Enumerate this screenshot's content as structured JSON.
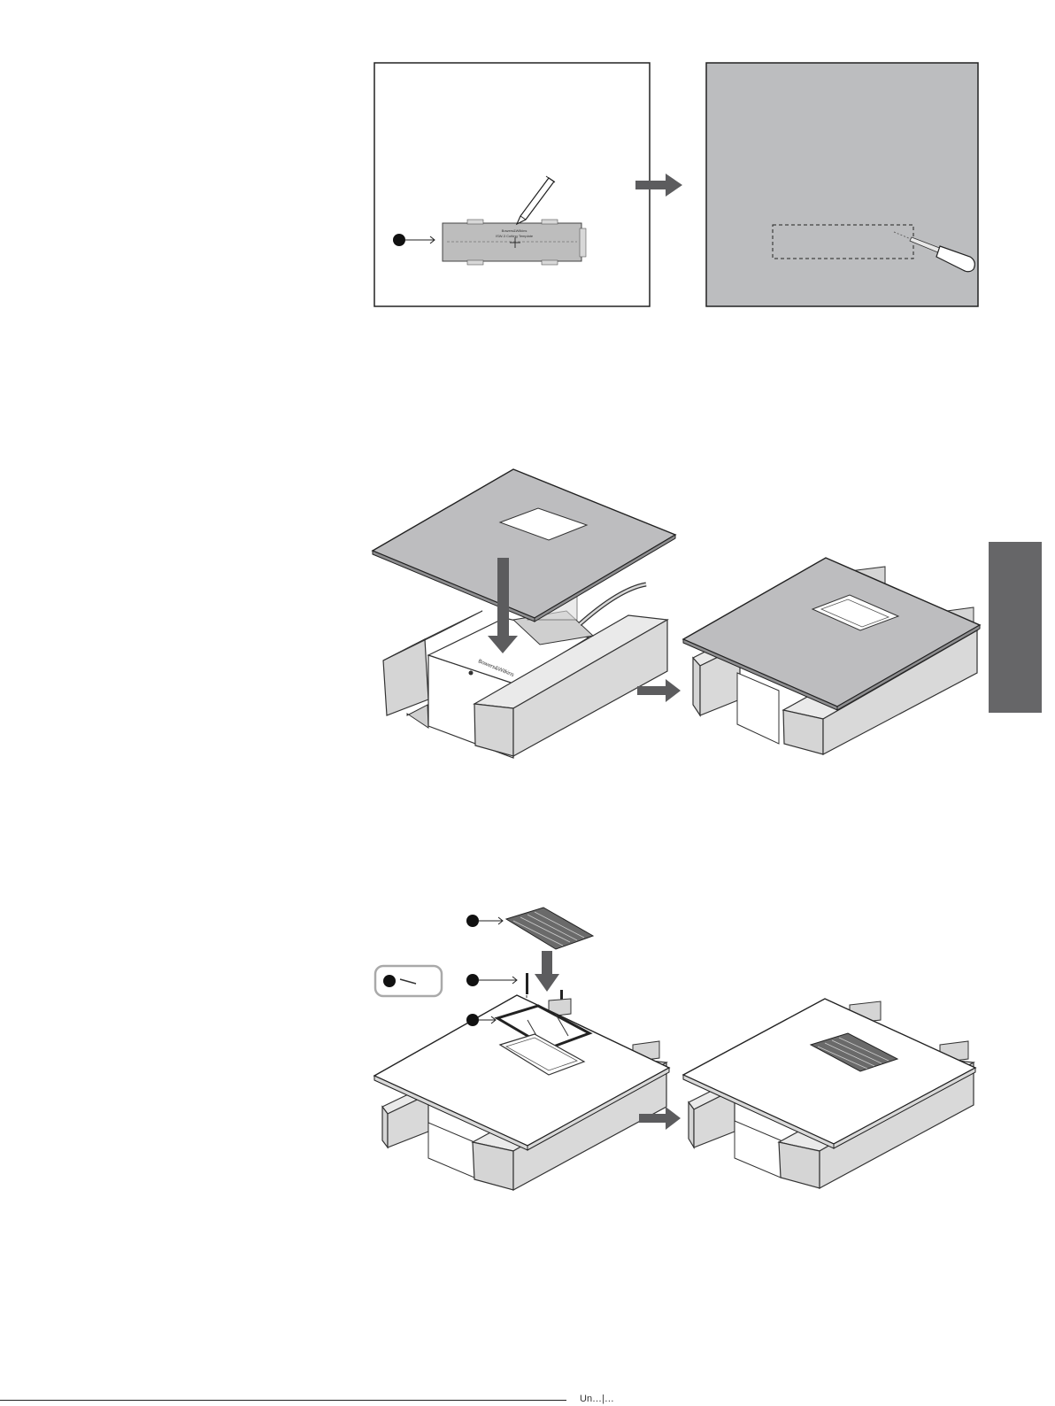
{
  "template": {
    "line1": "Bowers&Wilkins",
    "line2": "ISW-3 Cutting Template"
  },
  "footer": {
    "text": "Un…|…"
  },
  "colors": {
    "panel_gray": "#bcbdbf",
    "side_tab": "#666668",
    "arrow": "#5c5c5e",
    "block_gray": "#cfcfcf"
  },
  "icons": [
    "pencil-icon",
    "keyhole-saw-icon",
    "screw-icon",
    "callout-dot-icon",
    "arrow-right-icon",
    "arrow-down-icon"
  ]
}
